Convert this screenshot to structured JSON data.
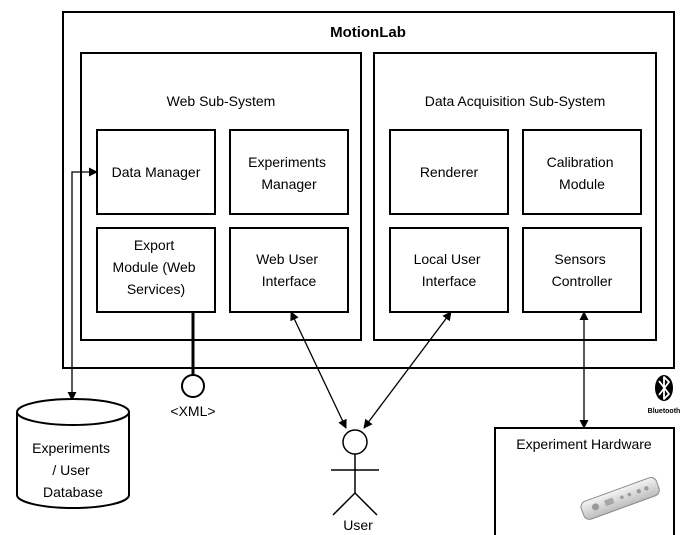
{
  "diagram": {
    "system_title": "MotionLab",
    "web_subsystem": {
      "title": "Web Sub-System",
      "modules": {
        "data_manager": [
          "Data Manager"
        ],
        "experiments_manager": [
          "Experiments",
          "Manager"
        ],
        "export_module": [
          "Export",
          "Module (Web",
          "Services)"
        ],
        "web_user_interface": [
          "Web User",
          "Interface"
        ]
      }
    },
    "daq_subsystem": {
      "title": "Data Acquisition Sub-System",
      "modules": {
        "renderer": [
          "Renderer"
        ],
        "calibration_module": [
          "Calibration",
          "Module"
        ],
        "local_user_interface": [
          "Local User",
          "Interface"
        ],
        "sensors_controller": [
          "Sensors",
          "Controller"
        ]
      }
    },
    "xml_label": "<XML>",
    "database": [
      "Experiments",
      "/ User",
      "Database"
    ],
    "user_label": "User",
    "hardware_title": "Experiment Hardware",
    "bluetooth_label": "Bluetooth"
  }
}
